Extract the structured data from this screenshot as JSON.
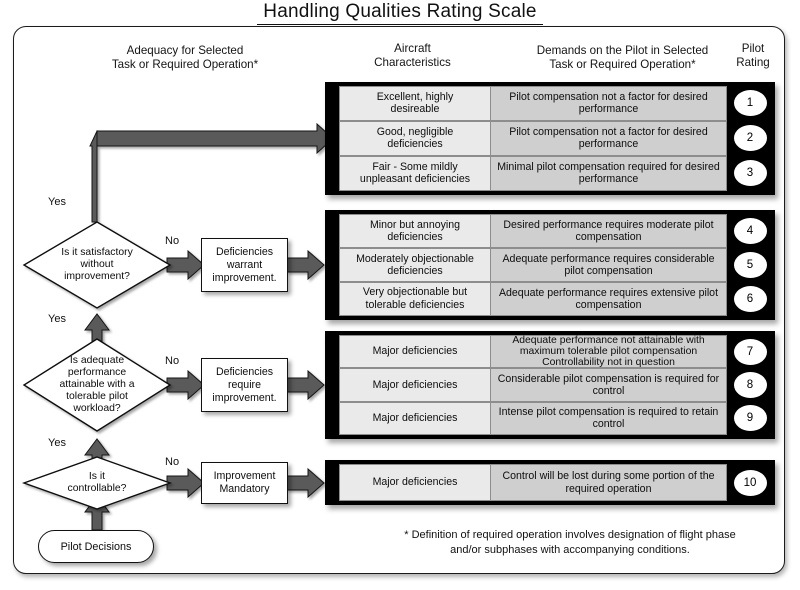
{
  "title": "Handling Qualities Rating Scale",
  "headers": {
    "adequacy": "Adequacy for Selected\nTask or Required  Operation*",
    "aircraft": "Aircraft\nCharacteristics",
    "demands": "Demands on the Pilot in Selected\nTask or Required Operation*",
    "rating": "Pilot\nRating"
  },
  "groups": [
    {
      "id": "grp-1",
      "rows": [
        {
          "aircraft": "Excellent, highly\ndesireable",
          "demand": "Pilot compensation not a factor for desired\nperformance",
          "rating": "1"
        },
        {
          "aircraft": "Good, negligible\ndeficiencies",
          "demand": "Pilot compensation not a factor for desired\nperformance",
          "rating": "2"
        },
        {
          "aircraft": "Fair - Some mildly\nunpleasant deficiencies",
          "demand": "Minimal pilot compensation required for desired\nperformance",
          "rating": "3"
        }
      ]
    },
    {
      "id": "grp-2",
      "rows": [
        {
          "aircraft": "Minor but annoying\ndeficiencies",
          "demand": "Desired performance requires moderate pilot\ncompensation",
          "rating": "4"
        },
        {
          "aircraft": "Moderately objectionable\ndeficiencies",
          "demand": "Adequate performance requires considerable\npilot compensation",
          "rating": "5"
        },
        {
          "aircraft": "Very objectionable but\ntolerable deficiencies",
          "demand": "Adequate performance requires extensive pilot\ncompensation",
          "rating": "6"
        }
      ]
    },
    {
      "id": "grp-3",
      "rows": [
        {
          "aircraft": "Major deficiencies",
          "demand": "Adequate performance not attainable with\nmaximum tolerable pilot compensation\nControllability not in question",
          "rating": "7"
        },
        {
          "aircraft": "Major deficiencies",
          "demand": "Considerable pilot compensation is required for\ncontrol",
          "rating": "8"
        },
        {
          "aircraft": "Major deficiencies",
          "demand": "Intense pilot compensation is required to retain\ncontrol",
          "rating": "9"
        }
      ]
    },
    {
      "id": "grp-4",
      "rows": [
        {
          "aircraft": "Major deficiencies",
          "demand": "Control will be lost during some portion of the\nrequired operation",
          "rating": "10"
        }
      ]
    }
  ],
  "flow": {
    "decisions": [
      {
        "text": "Is it satisfactory\nwithout\nimprovement?"
      },
      {
        "text": "Is adequate\nperformance\nattainable with a\ntolerable pilot\nworkload?"
      },
      {
        "text": "Is it\ncontrollable?"
      }
    ],
    "processes": [
      {
        "text": "Deficiencies\nwarrant\nimprovement."
      },
      {
        "text": "Deficiencies\nrequire\nimprovement."
      },
      {
        "text": "Improvement\nMandatory"
      }
    ],
    "terminator": "Pilot Decisions",
    "labels": {
      "yes1": "Yes",
      "yes2": "Yes",
      "yes3": "Yes",
      "no1": "No",
      "no2": "No",
      "no3": "No"
    }
  },
  "footnote": "* Definition of required operation involves designation of flight phase\nand/or subphases with accompanying conditions.",
  "colors": {
    "frame_border": "#1b1b1b",
    "group_frame": "#000000",
    "aircraft_cell": "#eaeaea",
    "demand_cell": "#cfcfcf",
    "rating_cell": "#000000",
    "badge": "#ffffff",
    "arrow": "#595959"
  }
}
